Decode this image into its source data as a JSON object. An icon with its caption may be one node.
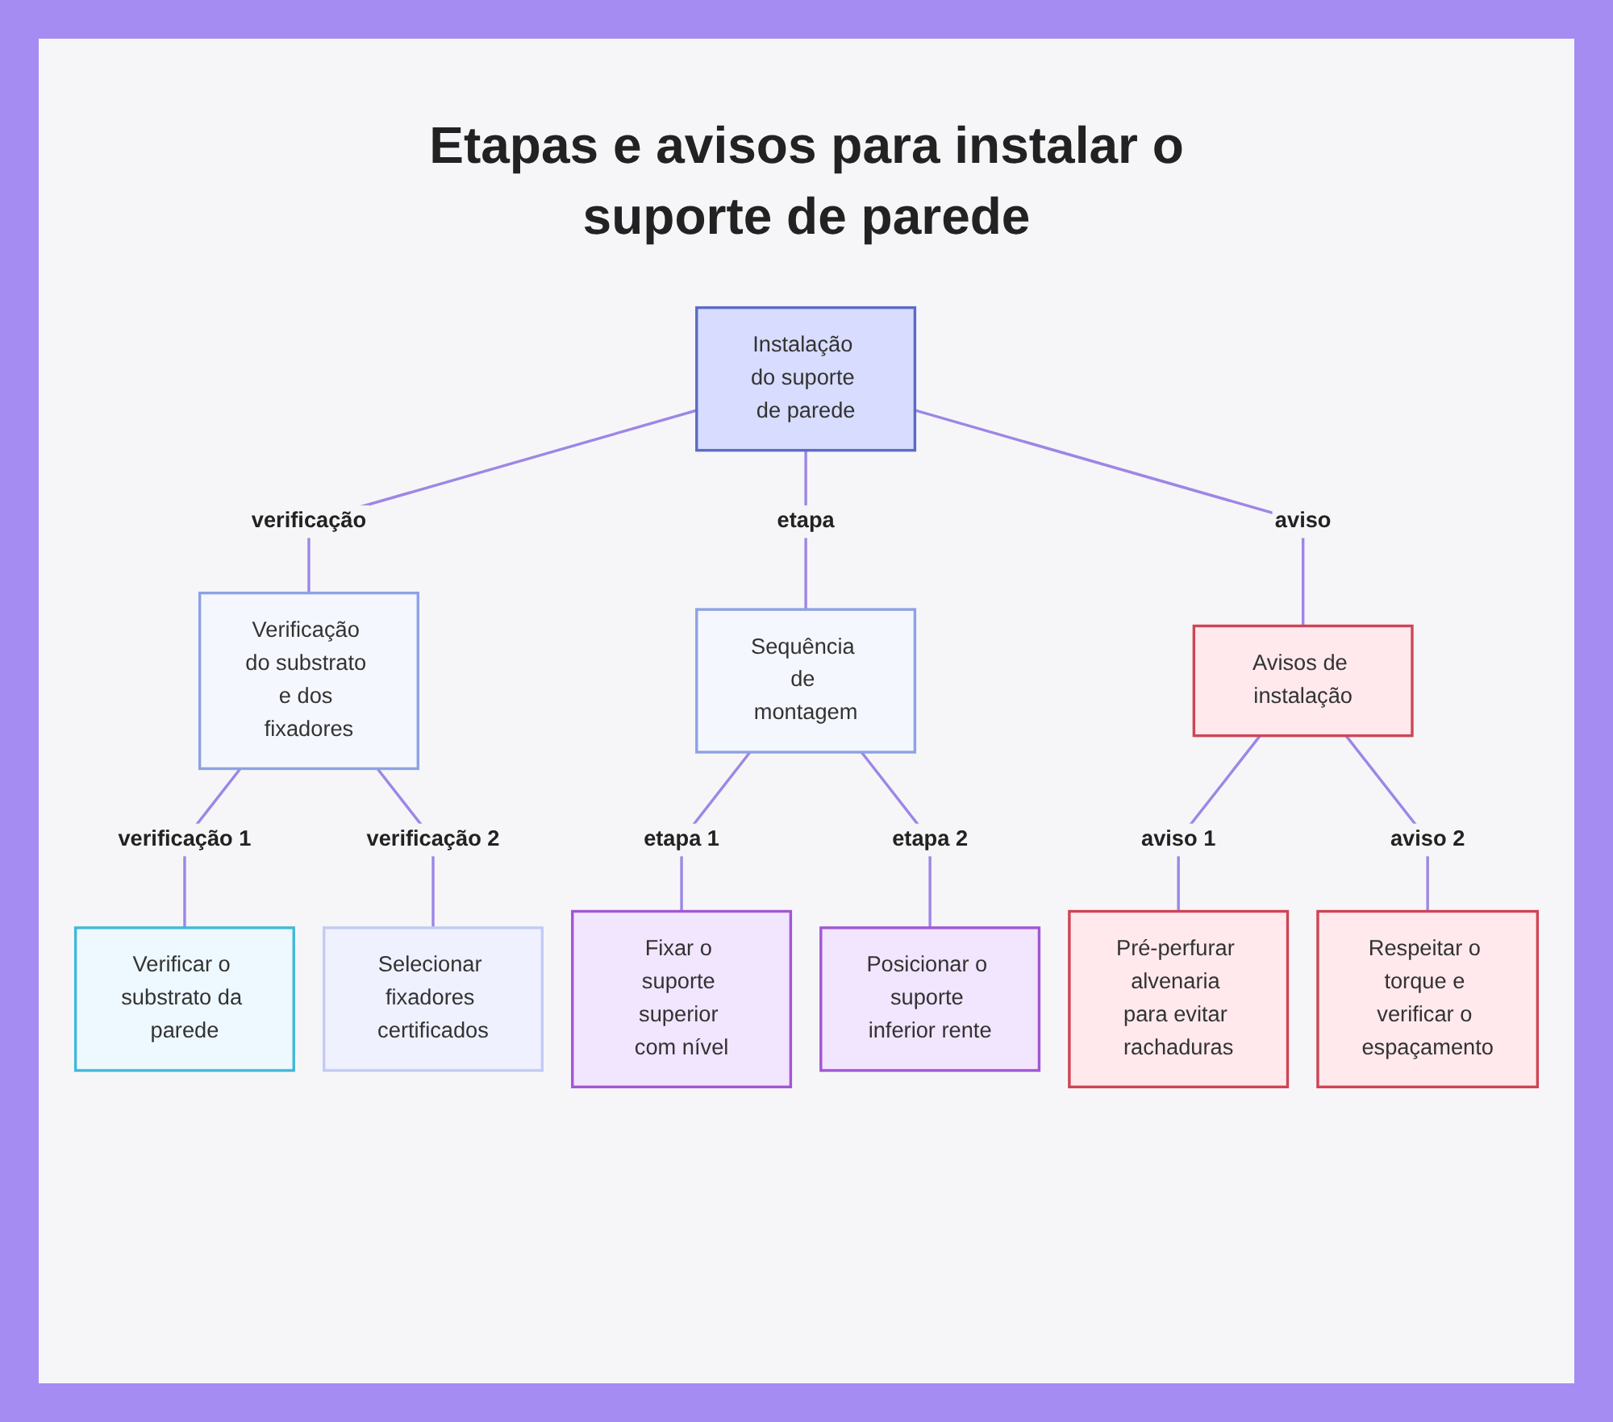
{
  "diagram": {
    "title": "Etapas e avisos para instalar o suporte de parede",
    "nodes": [
      {
        "text": [
          "Instalação do suporte de parede"
        ]
      },
      {
        "text": [
          "Verificação do substrato e dos fixadores"
        ]
      },
      {
        "text": [
          "Sequência de montagem"
        ]
      },
      {
        "text": [
          "Avisos de instalação"
        ]
      },
      {
        "text": [
          "Verificar o substrato da parede"
        ]
      },
      {
        "text": [
          "Selecionar fixadores certificados"
        ]
      },
      {
        "text": [
          "Fixar o suporte superior com nível"
        ]
      },
      {
        "text": [
          "Posicionar o suporte inferior rente"
        ]
      },
      {
        "text": [
          "Pré-perfurar alvenaria para evitar rachaduras"
        ]
      },
      {
        "text": [
          "Respeitar o torque e verificar o espaçamento"
        ]
      }
    ],
    "edges": [
      {
        "from": 0,
        "to": 1,
        "arrow": "none",
        "label": "verificação"
      },
      {
        "from": 0,
        "to": 2,
        "arrow": "none",
        "label": "etapa"
      },
      {
        "from": 0,
        "to": 3,
        "arrow": "none",
        "label": "aviso"
      },
      {
        "from": 1,
        "to": 4,
        "arrow": "none",
        "label": "verificação 1"
      },
      {
        "from": 1,
        "to": 5,
        "arrow": "none",
        "label": "verificação 2"
      },
      {
        "from": 2,
        "to": 6,
        "arrow": "none",
        "label": "etapa 1"
      },
      {
        "from": 2,
        "to": 7,
        "arrow": "none",
        "label": "etapa 2"
      },
      {
        "from": 3,
        "to": 8,
        "arrow": "none",
        "label": "aviso 1"
      },
      {
        "from": 3,
        "to": 9,
        "arrow": "none",
        "label": "aviso 2"
      }
    ]
  }
}
